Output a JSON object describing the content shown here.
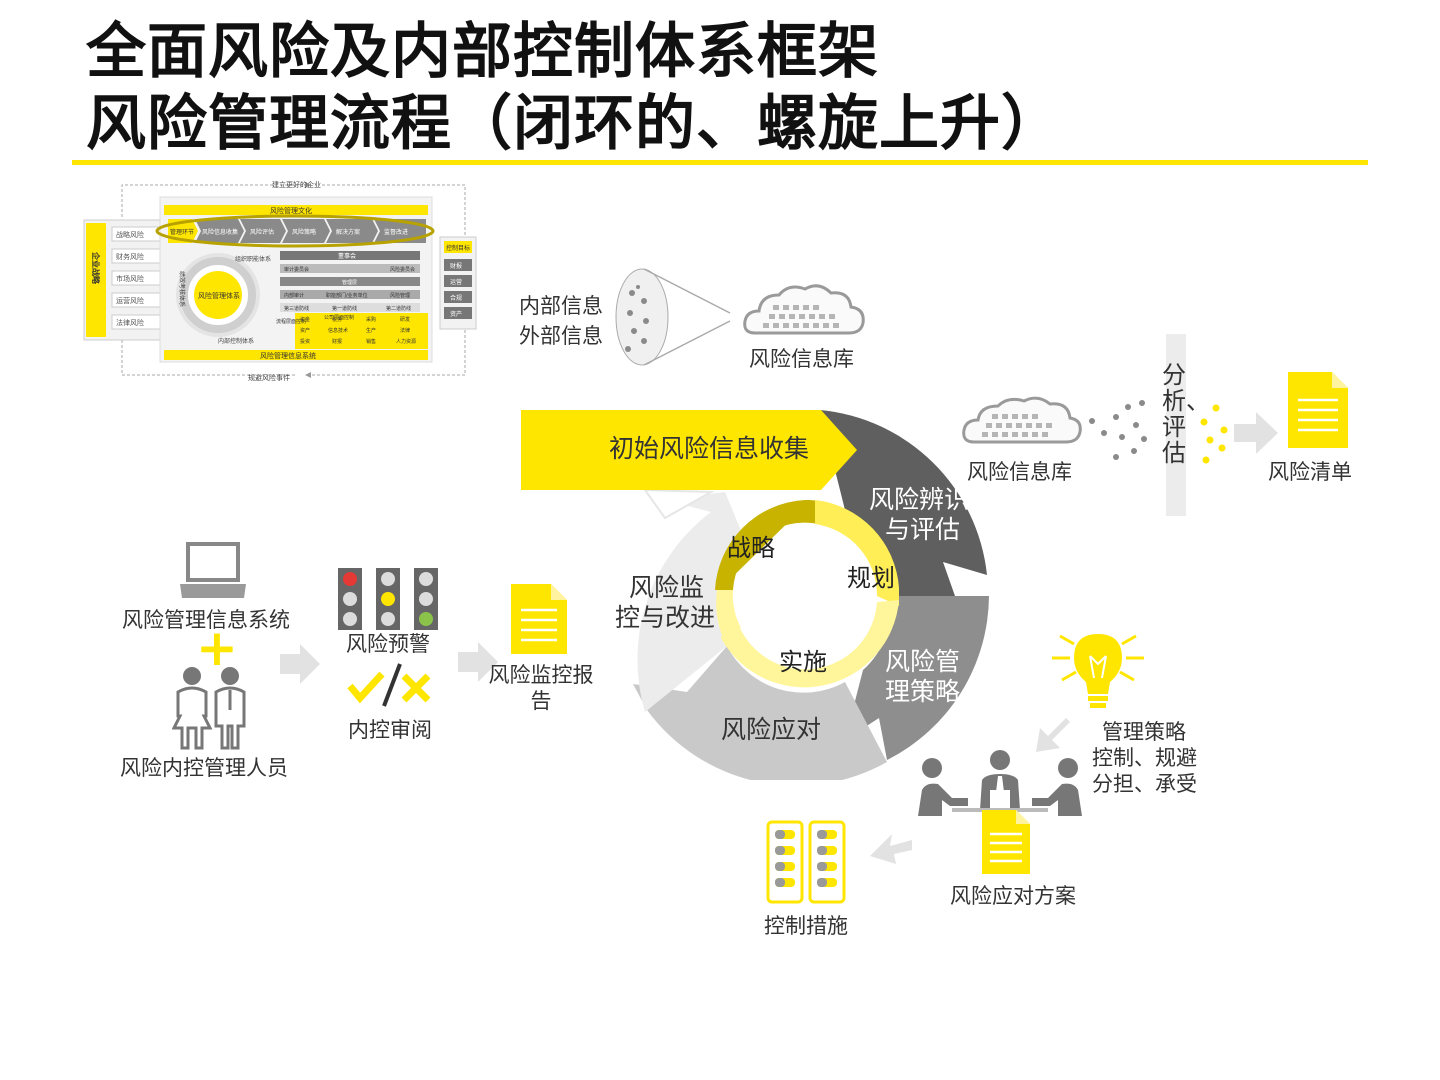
{
  "title": {
    "line1": "全面风险及内部控制体系框架",
    "line2": "风险管理流程（闭环的、螺旋上升）"
  },
  "framework": {
    "top_arrow": "建立更好的企业",
    "bottom_arrow": "规避风险事件",
    "culture": "风险管理文化",
    "enterprise_strategy": "企业战略",
    "risk_types": [
      "战略风险",
      "财务风险",
      "市场风险",
      "运营风险",
      "法律风险"
    ],
    "process_steps": [
      "管理环节",
      "风险信息收集",
      "风险评估",
      "风险策略",
      "解决方案",
      "监督改进"
    ],
    "core": "风险管理体系",
    "ring_left": "绩效考核体系",
    "ring_top": "组织职能体系",
    "ring_bottom": "内部控制体系",
    "org": {
      "board": "董事会",
      "audit_committee": "审计委员会",
      "risk_committee": "风险委员会",
      "management": "管理层",
      "internal_audit": "内部审计",
      "functions": "职能部门/业务单位",
      "risk_mgmt": "风险管理",
      "line3": "第三道防线",
      "line1": "第一道防线",
      "line2": "第二道防线",
      "company_control": "公司层面控制",
      "process_control": "流程层面控制"
    },
    "grid": [
      "资金",
      "税务",
      "采购",
      "研发",
      "资产",
      "信息技术",
      "生产",
      "法律",
      "投资",
      "财报",
      "销售",
      "人力资源"
    ],
    "control_objectives": "控制目标",
    "objectives": [
      "财报",
      "运营",
      "合规",
      "资产"
    ],
    "info_system": "风险管理信息系统"
  },
  "info_sources": {
    "internal": "内部信息",
    "external": "外部信息"
  },
  "db_top": "风险信息库",
  "db_right": "风险信息库",
  "analyze": "分析、评估",
  "risk_list": "风险清单",
  "cycle": {
    "initial": "初始风险信息收集",
    "identify": "风险辨识与评估",
    "strategy_seg": "风险管理策略",
    "response": "风险应对",
    "monitor": "风险监控与改进",
    "inner": [
      "战略",
      "规划",
      "实施"
    ]
  },
  "left_panel": {
    "system": "风险管理信息系统",
    "plus": "+",
    "personnel": "风险内控管理人员",
    "warning": "风险预警",
    "review": "内控审阅",
    "report": "风险监控报告"
  },
  "right_panel": {
    "strategy": "管理策略",
    "strategy_items": [
      "控制、规避",
      "分担、承受"
    ],
    "plan": "风险应对方案",
    "measures": "控制措施"
  },
  "colors": {
    "yellow": "#ffe600",
    "olive": "#c8b400",
    "dark_gray": "#5f5f5f",
    "mid_gray": "#8e8e8e",
    "light_gray": "#c8c8c8",
    "pale_gray": "#ececec"
  }
}
